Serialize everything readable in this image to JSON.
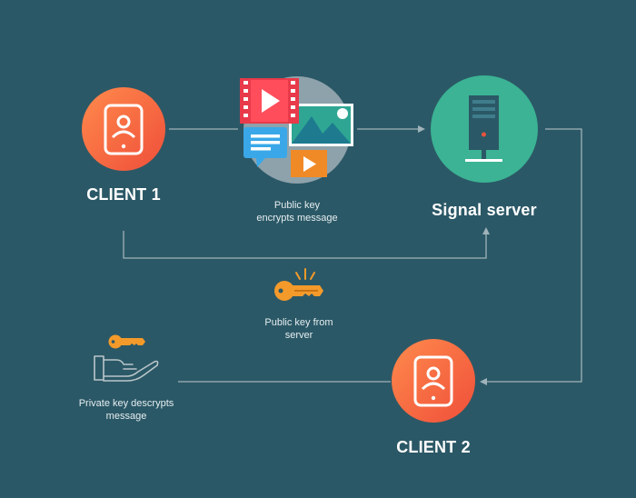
{
  "nodes": {
    "client1": {
      "label": "CLIENT 1"
    },
    "client2": {
      "label": "CLIENT 2"
    },
    "server": {
      "label": "Signal server"
    }
  },
  "captions": {
    "encrypt": {
      "line1": "Public key",
      "line2": "encrypts message"
    },
    "public_key": {
      "line1": "Public key from",
      "line2": "server"
    },
    "decrypt": {
      "line1": "Private key descrypts",
      "line2": "message"
    }
  },
  "colors": {
    "background": "#2b5866",
    "client_gradient_start": "#ff7a45",
    "client_gradient_end": "#f0553c",
    "server_circle": "#3bb394",
    "key": "#f39a2b",
    "connector": "#9fb3ba"
  },
  "icons": [
    "phone-user-icon",
    "media-cluster-icon",
    "server-tower-icon",
    "key-icon",
    "hand-key-icon"
  ]
}
